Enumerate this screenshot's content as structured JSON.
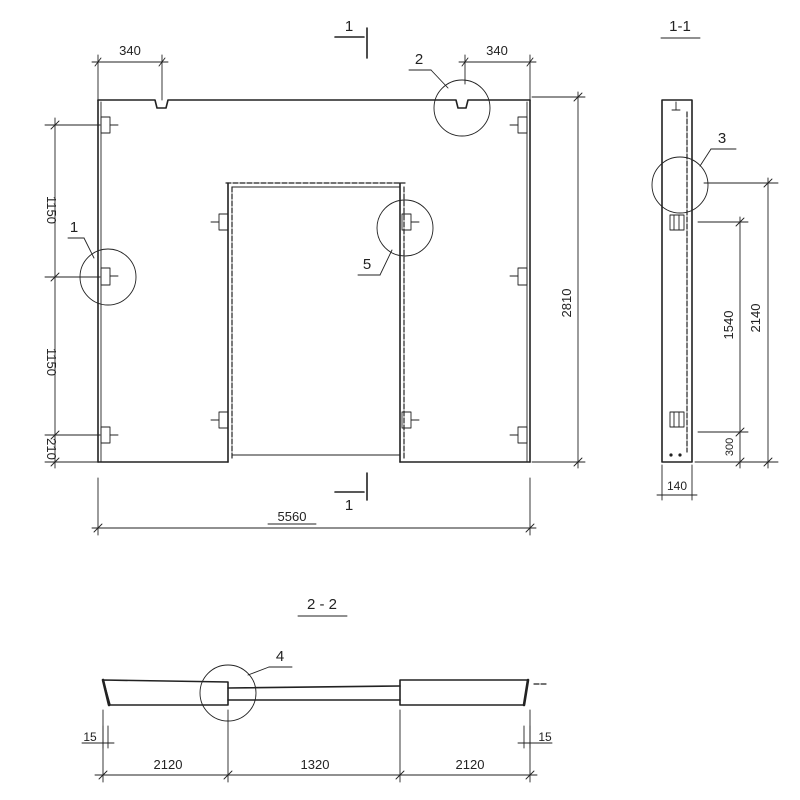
{
  "front_view": {
    "section_mark_top": "1",
    "section_mark_bottom": "1",
    "dim_top_left": "340",
    "dim_top_right": "340",
    "dim_left_upper": "1150",
    "dim_left_lower": "1150",
    "dim_left_bottom": "210",
    "dim_height": "2810",
    "dim_width": "5560",
    "callout_1": "1",
    "callout_2": "2",
    "callout_5": "5"
  },
  "section_1_1": {
    "title": "1-1",
    "callout_3": "3",
    "dim_2140": "2140",
    "dim_1540": "1540",
    "dim_300": "300",
    "dim_140": "140"
  },
  "section_2_2": {
    "title": "2 - 2",
    "callout_4": "4",
    "dim_left": "2120",
    "dim_middle": "1320",
    "dim_right": "2120",
    "dim_offset_left": "15",
    "dim_offset_right": "15"
  },
  "colors": {
    "ink": "#222222",
    "paper": "#ffffff"
  }
}
